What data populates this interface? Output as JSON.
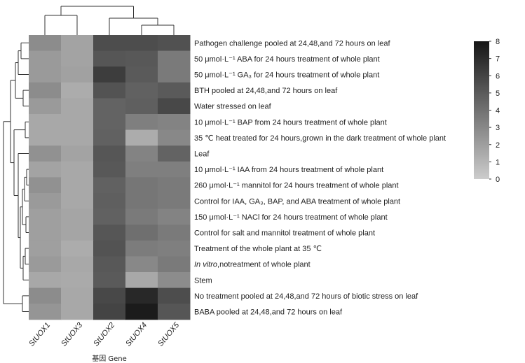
{
  "chart_data": {
    "type": "heatmap",
    "xlabel": "基因 Gene",
    "columns": [
      "StUOX1",
      "StUOX3",
      "StUOX2",
      "StUOX4",
      "StUOX5"
    ],
    "rows": [
      "Pathogen challenge pooled at 24,48,and 72 hours on leaf",
      "50 μmol·L⁻¹ ABA for 24 hours treatment of whole plant",
      "50 μmol·L⁻¹ GA₃ for 24 hours treatment of whole plant",
      "BTH pooled at 24,48,and 72 hours on leaf",
      "Water stressed on leaf",
      "10 μmol·L⁻¹ BAP from 24 hours treatment of whole plant",
      "35 ℃ heat treated for 24 hours,grown in the dark treatment of whole plant",
      "Leaf",
      "10 μmol·L⁻¹ IAA from 24 hours treatment of whole plant",
      "260 μmol·L⁻¹ mannitol for 24 hours treatment of whole plant",
      "Control for IAA, GA₃, BAP, and ABA treatment of whole plant",
      "150 μmol·L⁻¹ NACl for 24 hours treatment of whole plant",
      "Control for salt and mannitol treatment of whole plant",
      "Treatment of the whole plant at 35 ℃",
      "In vitro,notreatment of whole plant",
      "Stem",
      "No treatment pooled at 24,48,and 72 hours of biotic stress on leaf",
      "BABA pooled at 24,48,and 72 hours on leaf"
    ],
    "values": [
      [
        2.8,
        1.8,
        5.6,
        5.6,
        5.4
      ],
      [
        2.2,
        1.8,
        5.2,
        5.1,
        3.6
      ],
      [
        2.2,
        1.9,
        6.3,
        5.0,
        3.6
      ],
      [
        2.8,
        1.4,
        5.3,
        4.7,
        5.0
      ],
      [
        2.2,
        1.6,
        4.6,
        4.8,
        5.8
      ],
      [
        1.6,
        1.6,
        4.6,
        3.4,
        3.2
      ],
      [
        1.6,
        1.6,
        4.7,
        1.4,
        3.0
      ],
      [
        2.6,
        1.8,
        5.2,
        3.2,
        4.6
      ],
      [
        1.8,
        1.6,
        5.1,
        3.4,
        3.4
      ],
      [
        2.6,
        1.6,
        4.7,
        3.8,
        3.6
      ],
      [
        2.2,
        1.6,
        4.8,
        3.8,
        3.6
      ],
      [
        2.0,
        1.7,
        4.7,
        3.6,
        3.2
      ],
      [
        2.0,
        1.7,
        5.2,
        4.1,
        3.6
      ],
      [
        2.0,
        1.4,
        5.3,
        3.5,
        3.4
      ],
      [
        2.2,
        1.6,
        5.1,
        3.0,
        3.6
      ],
      [
        1.6,
        1.5,
        5.0,
        1.6,
        2.8
      ],
      [
        2.8,
        1.6,
        5.8,
        7.2,
        5.6
      ],
      [
        2.4,
        1.6,
        6.0,
        7.8,
        5.2
      ]
    ],
    "colorbar": {
      "min": 0,
      "max": 8,
      "ticks": [
        "0",
        "1",
        "2",
        "3",
        "4",
        "5",
        "6",
        "7",
        "8"
      ],
      "low_color": "#cccccc",
      "high_color": "#161616"
    },
    "dendrogram": {
      "columns": "((StUOX1,StUOX3),(StUOX2,(StUOX4,StUOX5)))",
      "rows": "clustered"
    }
  }
}
